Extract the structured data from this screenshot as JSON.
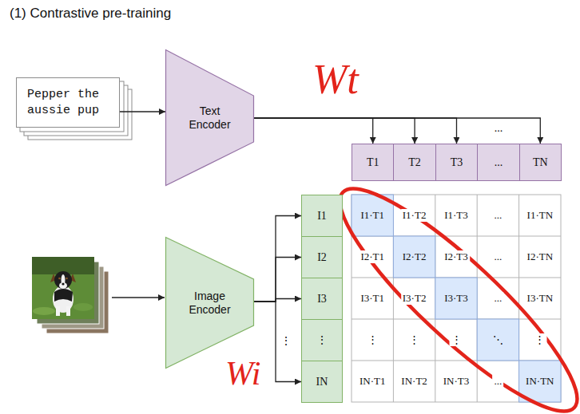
{
  "diagram": {
    "title": "(1) Contrastive pre-training",
    "nodes": [
      {
        "text": [
          "Pepper the aussie pup"
        ]
      },
      {
        "text": [
          "Text Encoder"
        ]
      },
      {
        "text": [
          "T1"
        ]
      },
      {
        "text": [
          "T2"
        ]
      },
      {
        "text": [
          "T3"
        ]
      },
      {
        "text": [
          "..."
        ]
      },
      {
        "text": [
          "TN"
        ]
      },
      {
        "text": [
          "Image Encoder"
        ]
      },
      {
        "text": [
          "I1"
        ]
      },
      {
        "text": [
          "I2"
        ]
      },
      {
        "text": [
          "I3"
        ]
      },
      {
        "text": [
          "⋮"
        ]
      },
      {
        "text": [
          "IN"
        ]
      }
    ],
    "edges": [
      {
        "from": 0,
        "to": 1,
        "arrow": "to"
      },
      {
        "from": 1,
        "to": 2,
        "arrow": "to"
      },
      {
        "from": 1,
        "to": 3,
        "arrow": "to"
      },
      {
        "from": 1,
        "to": 4,
        "arrow": "to"
      },
      {
        "from": 1,
        "to": 6,
        "arrow": "to"
      },
      {
        "from": 7,
        "to": 8,
        "arrow": "to"
      },
      {
        "from": 7,
        "to": 9,
        "arrow": "to"
      },
      {
        "from": 7,
        "to": 10,
        "arrow": "to"
      },
      {
        "from": 7,
        "to": 12,
        "arrow": "to"
      }
    ],
    "labels": [
      "...",
      "⋮",
      "I1·T1",
      "I1·T2",
      "I1·T3",
      "...",
      "I1·TN",
      "I2·T1",
      "I2·T2",
      "I2·T3",
      "...",
      "I2·TN",
      "I3·T1",
      "I3·T2",
      "I3·T3",
      "...",
      "I3·TN",
      "⋮",
      "⋮",
      "⋮",
      "⋱",
      "⋮",
      "IN·T1",
      "IN·T2",
      "IN·T3",
      "...",
      "IN·TN",
      "Wt",
      "Wi"
    ]
  }
}
